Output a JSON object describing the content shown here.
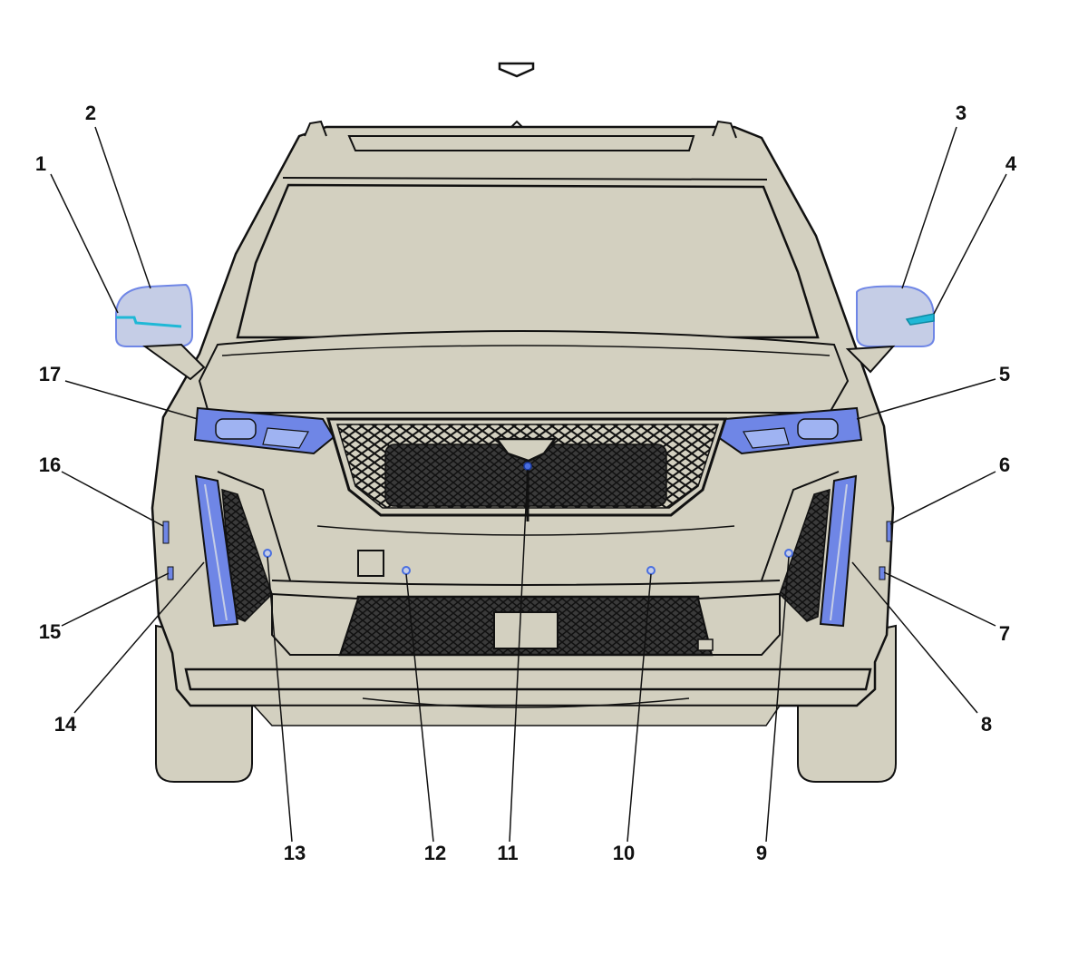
{
  "diagram": {
    "view": "front",
    "colors": {
      "body_fill": "#d3d0c0",
      "outline": "#111111",
      "highlight_fill": "#6f86e6",
      "highlight_light": "#9fb3f2",
      "mirror_fill": "#c5cde6",
      "mirror_accent": "#1fb8d6",
      "sensor": "#4a6fe0",
      "background": "#ffffff"
    },
    "callouts": [
      {
        "label": "1",
        "target": "left-mirror-turn-signal"
      },
      {
        "label": "2",
        "target": "left-mirror-housing"
      },
      {
        "label": "3",
        "target": "right-mirror-housing"
      },
      {
        "label": "4",
        "target": "right-mirror-turn-signal"
      },
      {
        "label": "5",
        "target": "right-headlamp"
      },
      {
        "label": "6",
        "target": "right-side-marker"
      },
      {
        "label": "7",
        "target": "right-lower-marker"
      },
      {
        "label": "8",
        "target": "right-vertical-lamp"
      },
      {
        "label": "9",
        "target": "right-corner-sensor"
      },
      {
        "label": "10",
        "target": "right-center-sensor"
      },
      {
        "label": "11",
        "target": "front-camera"
      },
      {
        "label": "12",
        "target": "left-center-sensor"
      },
      {
        "label": "13",
        "target": "left-corner-sensor"
      },
      {
        "label": "14",
        "target": "left-vertical-lamp"
      },
      {
        "label": "15",
        "target": "left-lower-marker"
      },
      {
        "label": "16",
        "target": "left-side-marker"
      },
      {
        "label": "17",
        "target": "left-headlamp"
      }
    ]
  }
}
